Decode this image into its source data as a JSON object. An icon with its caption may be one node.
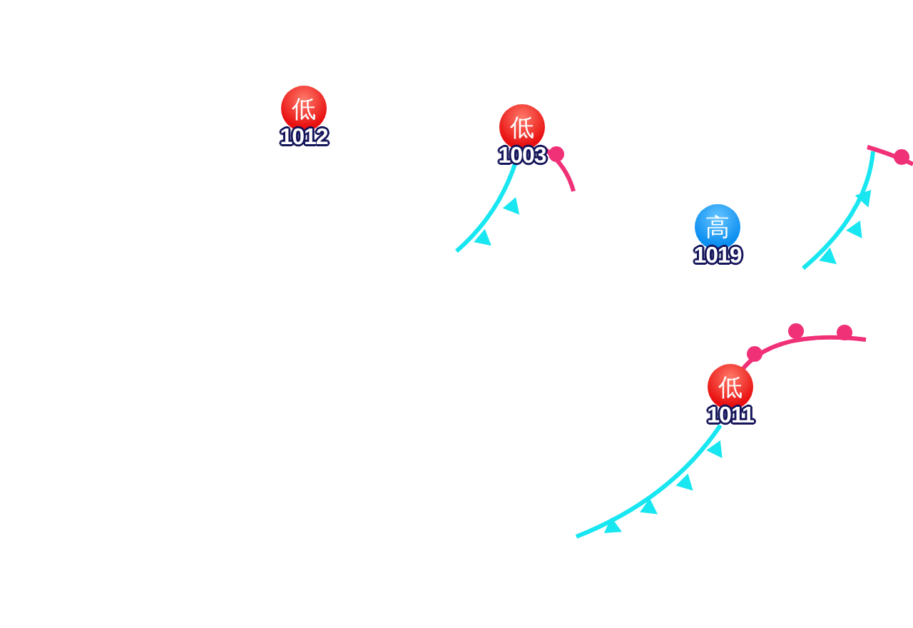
{
  "diagram": {
    "nodes": [
      {
        "text": [
          "低"
        ],
        "beside": [
          "1012"
        ]
      },
      {
        "text": [
          "低"
        ],
        "beside": [
          "1003"
        ]
      },
      {
        "text": [
          "高"
        ],
        "beside": [
          "1019"
        ]
      },
      {
        "text": [
          "低"
        ],
        "beside": [
          "1011"
        ]
      }
    ]
  }
}
